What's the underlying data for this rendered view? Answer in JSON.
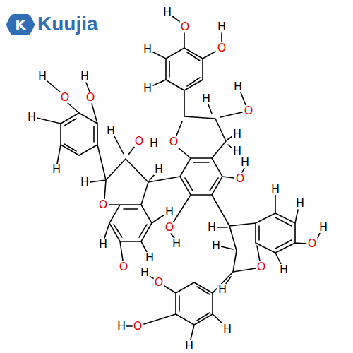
{
  "diagram": {
    "labels": [
      "K",
      "Kuujia",
      "H",
      "O",
      "H",
      "O",
      "H",
      "H",
      "H",
      "H",
      "O",
      "H",
      "H",
      "O",
      "O",
      "H",
      "H",
      "H",
      "O",
      "H",
      "H",
      "H",
      "O",
      "H",
      "H",
      "O",
      "H",
      "H",
      "O",
      "H",
      "H",
      "H",
      "O",
      "H",
      "O",
      "H",
      "H",
      "H",
      "H",
      "O",
      "H",
      "H",
      "O",
      "H",
      "H",
      "O",
      "H",
      "O",
      "H"
    ]
  }
}
